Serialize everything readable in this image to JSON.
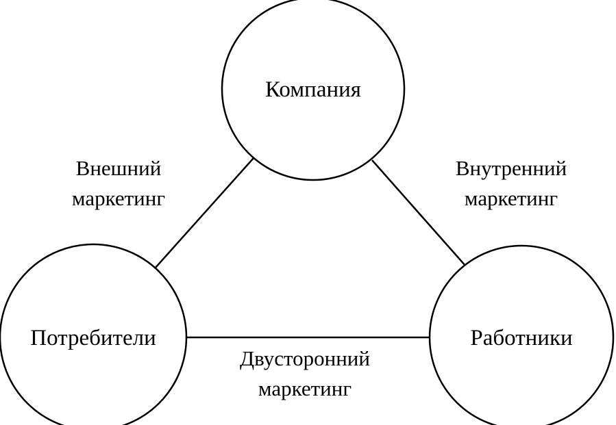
{
  "diagram": {
    "nodes": {
      "company": {
        "label": "Компания"
      },
      "consumers": {
        "label": "Потребители"
      },
      "employees": {
        "label": "Работники"
      }
    },
    "edges": {
      "external": {
        "line1": "Внешний",
        "line2": "маркетинг"
      },
      "internal": {
        "line1": "Внутренний",
        "line2": "маркетинг"
      },
      "interactive": {
        "line1": "Двусторонний",
        "line2": "маркетинг"
      }
    },
    "colors": {
      "stroke": "#000000",
      "fill": "#ffffff",
      "text": "#000000"
    }
  }
}
